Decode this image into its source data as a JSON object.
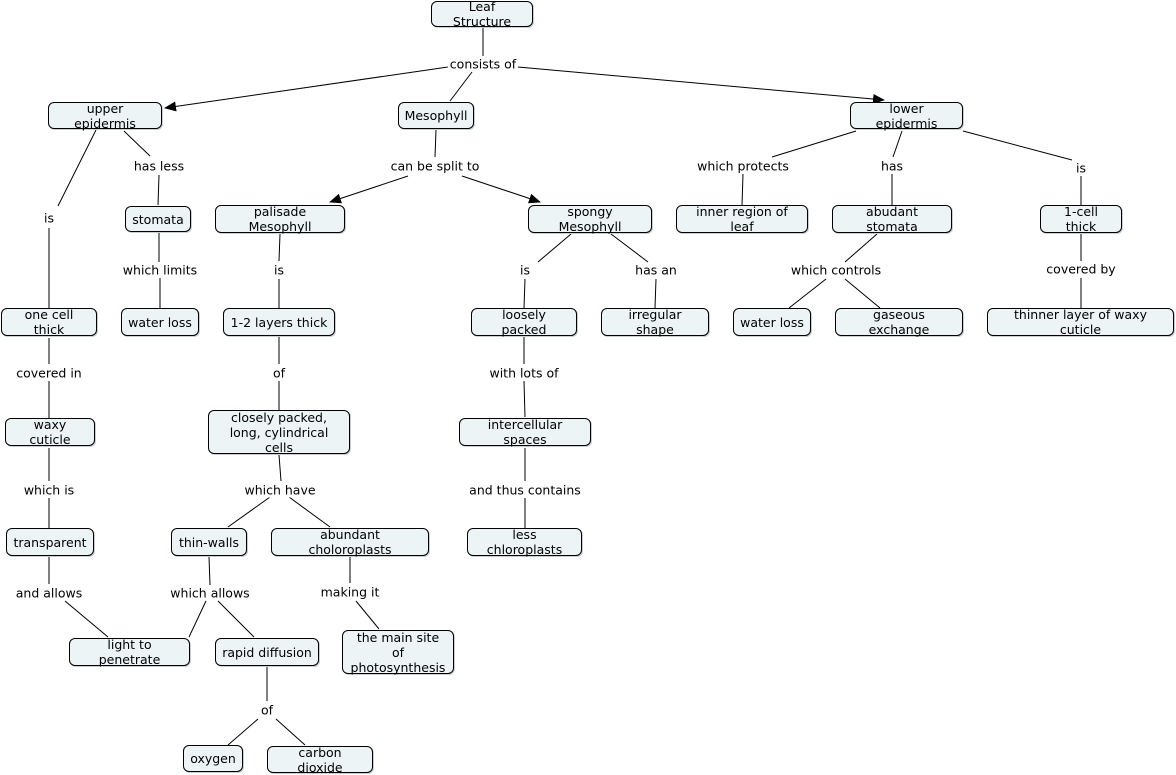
{
  "diagram": {
    "title": "Leaf Structure",
    "nodes": {
      "root": "Leaf Structure",
      "upper": "upper epidermis",
      "meso": "Mesophyll",
      "lower": "lower epidermis",
      "stomata": "stomata",
      "palisade": "palisade Mesophyll",
      "spongy": "spongy Mesophyll",
      "inner": "inner region of leaf",
      "abstom": "abudant stomata",
      "onecell1": "1-cell thick",
      "onecell": "one cell thick",
      "waterloss1": "water loss",
      "layers": "1-2 layers thick",
      "loose": "loosely packed",
      "irreg": "irregular shape",
      "waterloss2": "water loss",
      "gas": "gaseous exchange",
      "thinner": "thinner layer of waxy cuticle",
      "waxy": "waxy cuticle",
      "closely": "closely packed,\nlong, cylindrical cells",
      "inter": "intercellular spaces",
      "transp": "transparent",
      "thin": "thin-walls",
      "abchl": "abundant choloroplasts",
      "lesschl": "less chloroplasts",
      "light": "light to penetrate",
      "rapid": "rapid diffusion",
      "mainsite": "the main site of\nphotosynthesis",
      "oxygen": "oxygen",
      "co2": "carbon dioxide"
    },
    "links": {
      "consists": "consists of",
      "is_upper": "is",
      "hasless": "has less",
      "limits": "which limits",
      "split": "can be split to",
      "is_pal": "is",
      "is_spo": "is",
      "hasan": "has an",
      "protects": "which protects",
      "has": "has",
      "is_low": "is",
      "controls": "which controls",
      "coveredby": "covered by",
      "coveredin": "covered in",
      "of1": "of",
      "withlots": "with lots of",
      "whichis": "which is",
      "whichhave": "which have",
      "thuscontains": "and thus contains",
      "andallows": "and allows",
      "whichallows": "which allows",
      "makingit": "making it",
      "of2": "of"
    }
  }
}
